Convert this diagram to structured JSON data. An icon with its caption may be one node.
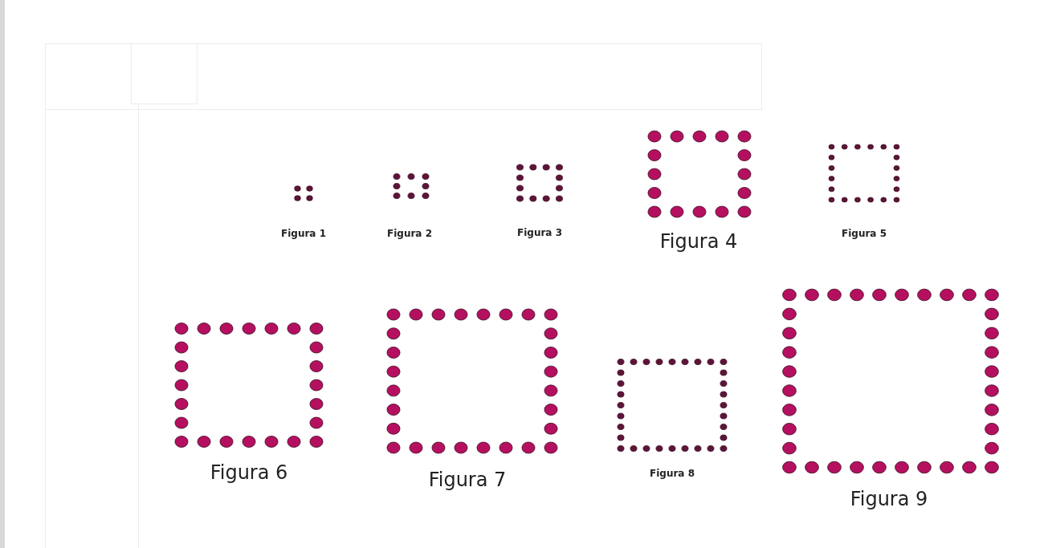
{
  "diagram": {
    "labels": [
      "Figura 1",
      "Figura 2",
      "Figura 3",
      "Figura 4",
      "Figura 5",
      "Figura 6",
      "Figura 7",
      "Figura 8",
      "Figura 9"
    ]
  }
}
